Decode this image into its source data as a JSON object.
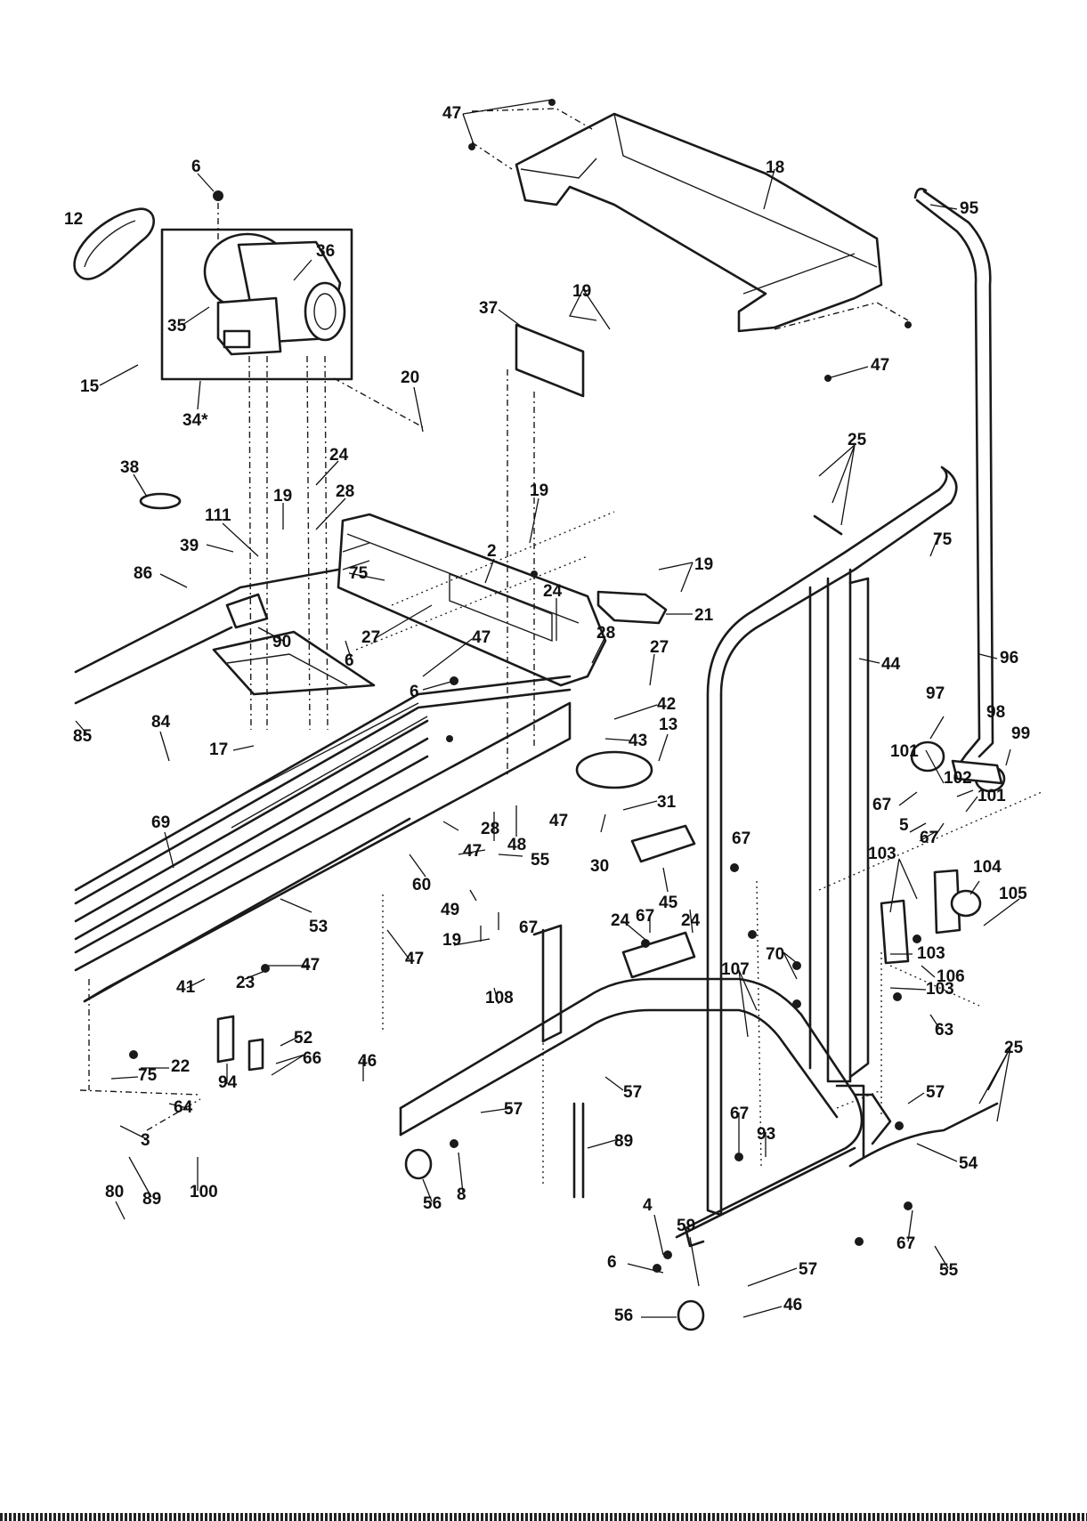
{
  "figure": {
    "background": "#ffffff",
    "ink": "#1a1a1a"
  },
  "callouts": [
    {
      "id": "c-47-a",
      "text": "47"
    },
    {
      "id": "c-18",
      "text": "18"
    },
    {
      "id": "c-95",
      "text": "95"
    },
    {
      "id": "c-12",
      "text": "12"
    },
    {
      "id": "c-6-a",
      "text": "6"
    },
    {
      "id": "c-36",
      "text": "36"
    },
    {
      "id": "c-35",
      "text": "35"
    },
    {
      "id": "c-15",
      "text": "15"
    },
    {
      "id": "c-34",
      "text": "34*"
    },
    {
      "id": "c-19-a",
      "text": "19"
    },
    {
      "id": "c-37",
      "text": "37"
    },
    {
      "id": "c-47-b",
      "text": "47"
    },
    {
      "id": "c-20",
      "text": "20"
    },
    {
      "id": "c-25-a",
      "text": "25"
    },
    {
      "id": "c-75-a",
      "text": "75"
    },
    {
      "id": "c-38",
      "text": "38"
    },
    {
      "id": "c-24-a",
      "text": "24"
    },
    {
      "id": "c-28-a",
      "text": "28"
    },
    {
      "id": "c-19-b",
      "text": "19"
    },
    {
      "id": "c-111",
      "text": "111"
    },
    {
      "id": "c-19-c",
      "text": "19"
    },
    {
      "id": "c-39",
      "text": "39"
    },
    {
      "id": "c-2",
      "text": "2"
    },
    {
      "id": "c-19-d",
      "text": "19"
    },
    {
      "id": "c-86",
      "text": "86"
    },
    {
      "id": "c-75-b",
      "text": "75"
    },
    {
      "id": "c-24-b",
      "text": "24"
    },
    {
      "id": "c-21",
      "text": "21"
    },
    {
      "id": "c-27-a",
      "text": "27"
    },
    {
      "id": "c-90",
      "text": "90"
    },
    {
      "id": "c-6-b",
      "text": "6"
    },
    {
      "id": "c-47-c",
      "text": "47"
    },
    {
      "id": "c-28-b",
      "text": "28"
    },
    {
      "id": "c-27-b",
      "text": "27"
    },
    {
      "id": "c-44",
      "text": "44"
    },
    {
      "id": "c-96",
      "text": "96"
    },
    {
      "id": "c-6-c",
      "text": "6"
    },
    {
      "id": "c-42",
      "text": "42"
    },
    {
      "id": "c-97",
      "text": "97"
    },
    {
      "id": "c-98",
      "text": "98"
    },
    {
      "id": "c-85",
      "text": "85"
    },
    {
      "id": "c-84-a",
      "text": "84"
    },
    {
      "id": "c-17",
      "text": "17"
    },
    {
      "id": "c-43",
      "text": "43"
    },
    {
      "id": "c-13",
      "text": "13"
    },
    {
      "id": "c-101-a",
      "text": "101"
    },
    {
      "id": "c-99",
      "text": "99"
    },
    {
      "id": "c-102",
      "text": "102"
    },
    {
      "id": "c-101-b",
      "text": "101"
    },
    {
      "id": "c-67-a",
      "text": "67"
    },
    {
      "id": "c-31",
      "text": "31"
    },
    {
      "id": "c-69",
      "text": "69"
    },
    {
      "id": "c-47-d",
      "text": "47"
    },
    {
      "id": "c-28-c",
      "text": "28"
    },
    {
      "id": "c-5",
      "text": "5"
    },
    {
      "id": "c-67-b",
      "text": "67"
    },
    {
      "id": "c-48",
      "text": "48"
    },
    {
      "id": "c-47-e",
      "text": "47"
    },
    {
      "id": "c-67-c",
      "text": "67"
    },
    {
      "id": "c-55-a",
      "text": "55"
    },
    {
      "id": "c-30",
      "text": "30"
    },
    {
      "id": "c-103-a",
      "text": "103"
    },
    {
      "id": "c-104",
      "text": "104"
    },
    {
      "id": "c-60",
      "text": "60"
    },
    {
      "id": "c-105",
      "text": "105"
    },
    {
      "id": "c-45",
      "text": "45"
    },
    {
      "id": "c-49",
      "text": "49"
    },
    {
      "id": "c-67-d",
      "text": "67"
    },
    {
      "id": "c-24-c",
      "text": "24"
    },
    {
      "id": "c-24-d",
      "text": "24"
    },
    {
      "id": "c-53",
      "text": "53"
    },
    {
      "id": "c-67-e",
      "text": "67"
    },
    {
      "id": "c-19-e",
      "text": "19"
    },
    {
      "id": "c-47-f",
      "text": "47"
    },
    {
      "id": "c-103-b",
      "text": "103"
    },
    {
      "id": "c-70",
      "text": "70"
    },
    {
      "id": "c-107",
      "text": "107"
    },
    {
      "id": "c-106",
      "text": "106"
    },
    {
      "id": "c-47-g",
      "text": "47"
    },
    {
      "id": "c-23",
      "text": "23"
    },
    {
      "id": "c-41",
      "text": "41"
    },
    {
      "id": "c-103-c",
      "text": "103"
    },
    {
      "id": "c-108",
      "text": "108"
    },
    {
      "id": "c-63",
      "text": "63"
    },
    {
      "id": "c-52",
      "text": "52"
    },
    {
      "id": "c-46-a",
      "text": "46"
    },
    {
      "id": "c-25-b",
      "text": "25"
    },
    {
      "id": "c-22",
      "text": "22"
    },
    {
      "id": "c-66",
      "text": "66"
    },
    {
      "id": "c-75-c",
      "text": "75"
    },
    {
      "id": "c-94",
      "text": "94"
    },
    {
      "id": "c-57-a",
      "text": "57"
    },
    {
      "id": "c-57-b",
      "text": "57"
    },
    {
      "id": "c-57-c",
      "text": "57"
    },
    {
      "id": "c-64",
      "text": "64"
    },
    {
      "id": "c-3",
      "text": "3"
    },
    {
      "id": "c-67-f",
      "text": "67"
    },
    {
      "id": "c-89-a",
      "text": "89"
    },
    {
      "id": "c-93",
      "text": "93"
    },
    {
      "id": "c-54",
      "text": "54"
    },
    {
      "id": "c-80",
      "text": "80"
    },
    {
      "id": "c-89-b",
      "text": "89"
    },
    {
      "id": "c-100",
      "text": "100"
    },
    {
      "id": "c-56-a",
      "text": "56"
    },
    {
      "id": "c-8",
      "text": "8"
    },
    {
      "id": "c-4",
      "text": "4"
    },
    {
      "id": "c-59",
      "text": "59"
    },
    {
      "id": "c-6-d",
      "text": "6"
    },
    {
      "id": "c-67-g",
      "text": "67"
    },
    {
      "id": "c-55-b",
      "text": "55"
    },
    {
      "id": "c-57-d",
      "text": "57"
    },
    {
      "id": "c-46-b",
      "text": "46"
    },
    {
      "id": "c-56-b",
      "text": "56"
    }
  ]
}
